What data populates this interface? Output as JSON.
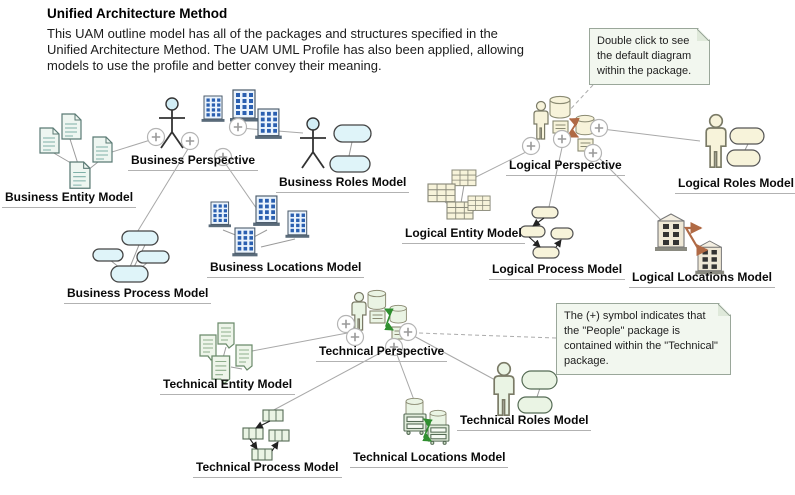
{
  "header": {
    "title": "Unified Architecture Method",
    "description": "This UAM outline model has all of the packages and structures specified in the Unified Architecture Method. The UAM UML Profile has also been applied, allowing models to use the profile and better convey their meaning."
  },
  "notes": [
    {
      "text": "Double click to see the default diagram within the package."
    },
    {
      "text": "The (+) symbol indicates that the \"People\" package is contained within the \"Technical\" package."
    }
  ],
  "packages": {
    "business": {
      "perspective": "Business Perspective",
      "entity": "Business Entity Model",
      "roles": "Business Roles Model",
      "locations": "Business Locations Model",
      "process": "Business Process Model"
    },
    "logical": {
      "perspective": "Logical Perspective",
      "entity": "Logical Entity Model",
      "roles": "Logical Roles Model",
      "locations": "Logical Locations Model",
      "process": "Logical Process Model"
    },
    "technical": {
      "perspective": "Technical Perspective",
      "entity": "Technical Entity Model",
      "roles": "Technical Roles Model",
      "locations": "Technical Locations Model",
      "process": "Technical Process Model"
    }
  },
  "symbols": {
    "containment_indicator": "+"
  },
  "colors": {
    "business_accent": "#dff4f9",
    "logical_accent": "#f7f3da",
    "technical_accent": "#eaf4e4",
    "note_background": "#f2f7ef",
    "connector": "#a8a8a8",
    "flow_arrow_orange": "#b06a45",
    "flow_arrow_green": "#2f8f2f"
  }
}
